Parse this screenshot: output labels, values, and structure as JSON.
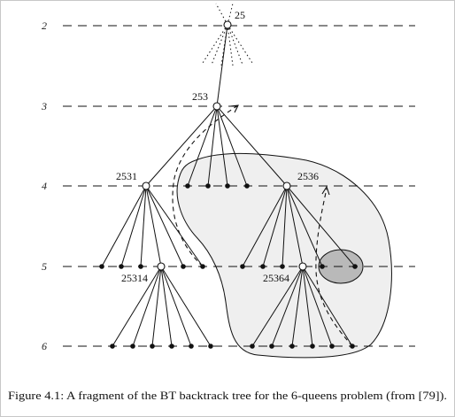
{
  "levels": [
    "2",
    "3",
    "4",
    "5",
    "6"
  ],
  "nodes": {
    "n25": "25",
    "n253": "253",
    "n2531": "2531",
    "n2536": "2536",
    "n25314": "25314",
    "n25364": "25364"
  },
  "caption": "Figure 4.1: A fragment of the BT backtrack tree for the 6-queens problem (from [79]).",
  "colors": {
    "line": "#111111",
    "region_fill": "#efefef",
    "blob_fill": "#b9b9b9"
  }
}
